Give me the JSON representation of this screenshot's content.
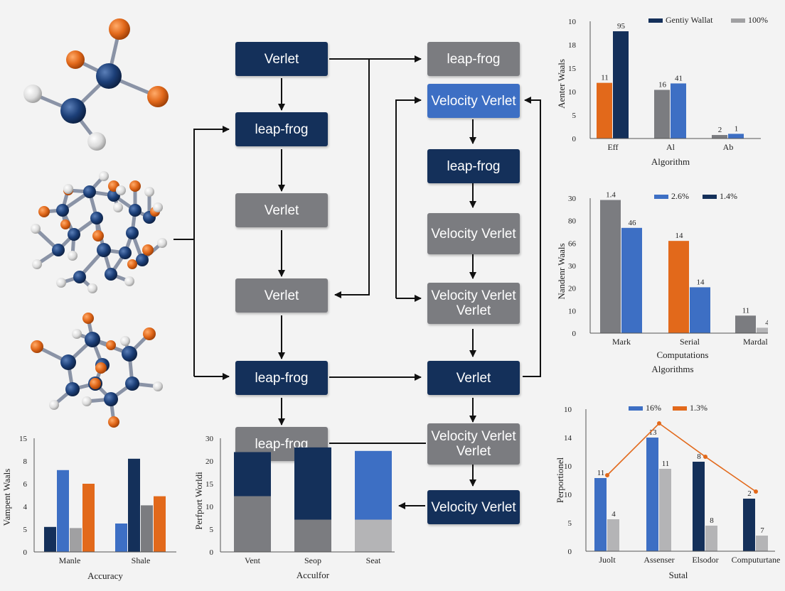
{
  "diagram": {
    "left_column": [
      {
        "label": "Verlet",
        "style": "navy"
      },
      {
        "label": "leap-frog",
        "style": "navy"
      },
      {
        "label": "Verlet",
        "style": "gray"
      },
      {
        "label": "Verlet",
        "style": "gray"
      },
      {
        "label": "leap-frog",
        "style": "navy"
      },
      {
        "label": "leap-frog",
        "style": "gray"
      }
    ],
    "right_column": [
      {
        "label": "leap-frog",
        "style": "gray"
      },
      {
        "label": "Velocity Verlet",
        "style": "blue"
      },
      {
        "label": "leap-frog",
        "style": "navy"
      },
      {
        "label": "Velocity Verlet",
        "style": "gray"
      },
      {
        "label": "Velocity Verlet Verlet",
        "style": "gray"
      },
      {
        "label": "Verlet",
        "style": "navy"
      },
      {
        "label": "Velocity Verlet Verlet",
        "style": "gray"
      },
      {
        "label": "Velocity Verlet",
        "style": "navy"
      }
    ]
  },
  "colors": {
    "navy": "#14305a",
    "blue": "#3d6fc4",
    "gray": "#7b7c80",
    "light_gray": "#b4b4b6",
    "orange": "#e2691b",
    "atom_white": "#e8e8e8"
  },
  "chart_data": [
    {
      "id": "top-right",
      "type": "bar",
      "title": "",
      "xlabel": "Algorithm",
      "ylabel": "Aenter Waals",
      "ytick_labels": [
        "0",
        "5",
        "10",
        "15",
        "18",
        "10"
      ],
      "ylim": [
        0,
        20
      ],
      "categories": [
        "Eff",
        "Al",
        "Ab"
      ],
      "legend": [
        {
          "name": "Gentiy Wallat",
          "color": "#14305a"
        },
        {
          "name": "100%",
          "color": "#a0a0a2"
        }
      ],
      "bars": [
        {
          "category": 0,
          "value": 9.5,
          "color": "#e2691b",
          "label": "11"
        },
        {
          "category": 0,
          "value": 18.3,
          "color": "#14305a",
          "label": "95"
        },
        {
          "category": 1,
          "value": 8.3,
          "color": "#7b7c80",
          "label": "16"
        },
        {
          "category": 1,
          "value": 9.4,
          "color": "#3d6fc4",
          "label": "41"
        },
        {
          "category": 2,
          "value": 0.6,
          "color": "#7b7c80",
          "label": "2"
        },
        {
          "category": 2,
          "value": 0.8,
          "color": "#3d6fc4",
          "label": "1"
        }
      ]
    },
    {
      "id": "middle-right",
      "type": "bar",
      "title": "",
      "xlabel": "Computations",
      "xlabel2": "Algorithms",
      "ylabel": "Nandenr Waals",
      "ytick_labels": [
        "0",
        "10",
        "20",
        "30",
        "66",
        "80",
        "30"
      ],
      "ylim": [
        0,
        30
      ],
      "categories": [
        "Mark",
        "Serial",
        "Mardall"
      ],
      "legend": [
        {
          "name": "2.6%",
          "color": "#3d6fc4"
        },
        {
          "name": "1.4%",
          "color": "#14305a"
        }
      ],
      "bars": [
        {
          "category": 0,
          "value": 29.6,
          "color": "#7b7c80",
          "label": "1.4"
        },
        {
          "category": 0,
          "value": 23.4,
          "color": "#3d6fc4",
          "label": "46"
        },
        {
          "category": 1,
          "value": 20.5,
          "color": "#e2691b",
          "label": "14"
        },
        {
          "category": 1,
          "value": 10.2,
          "color": "#3d6fc4",
          "label": "14"
        },
        {
          "category": 2,
          "value": 3.9,
          "color": "#7b7c80",
          "label": "11"
        },
        {
          "category": 2,
          "value": 1.2,
          "color": "#b4b4b6",
          "label": "4"
        }
      ]
    },
    {
      "id": "bottom-right",
      "type": "bar",
      "title": "",
      "xlabel": "Sutal",
      "ylabel": "Perportionel",
      "ytick_labels": [
        "0",
        "5",
        "10",
        "10",
        "14",
        "10"
      ],
      "ylim": [
        0,
        20
      ],
      "categories": [
        "Juolt",
        "Assenser",
        "Elsodor",
        "Computurtane"
      ],
      "legend": [
        {
          "name": "16%",
          "color": "#3d6fc4"
        },
        {
          "name": "1.3%",
          "color": "#e2691b"
        }
      ],
      "bars": [
        {
          "category": 0,
          "value": 10.3,
          "color": "#3d6fc4",
          "label": "11"
        },
        {
          "category": 0,
          "value": 4.5,
          "color": "#b4b4b6",
          "label": "4"
        },
        {
          "category": 1,
          "value": 16.0,
          "color": "#3d6fc4",
          "label": "13"
        },
        {
          "category": 1,
          "value": 11.6,
          "color": "#b4b4b6",
          "label": "11"
        },
        {
          "category": 2,
          "value": 12.6,
          "color": "#14305a",
          "label": "8"
        },
        {
          "category": 2,
          "value": 3.6,
          "color": "#b4b4b6",
          "label": "8"
        },
        {
          "category": 3,
          "value": 7.4,
          "color": "#14305a",
          "label": "2"
        },
        {
          "category": 3,
          "value": 2.2,
          "color": "#b4b4b6",
          "label": "7"
        }
      ],
      "line": {
        "color": "#e2691b",
        "values": [
          10.7,
          18.0,
          13.3,
          8.4
        ]
      }
    },
    {
      "id": "bottom-center",
      "type": "bar",
      "title": "",
      "xlabel": "Acculfor",
      "ylabel": "Perfport Worldi",
      "ytick_labels": [
        "0",
        "5",
        "10",
        "15",
        "20",
        "30"
      ],
      "ylim": [
        0,
        30
      ],
      "categories": [
        "Vent",
        "Seop",
        "Seat"
      ],
      "stacks": [
        {
          "category": 0,
          "bottom": 9.5,
          "top": 17.0,
          "bottom_color": "#7b7c80",
          "top_color": "#14305a"
        },
        {
          "category": 1,
          "bottom": 5.5,
          "top": 17.8,
          "bottom_color": "#7b7c80",
          "top_color": "#14305a"
        },
        {
          "category": 2,
          "bottom": 5.5,
          "top": 17.2,
          "bottom_color": "#b4b4b6",
          "top_color": "#3d6fc4"
        }
      ]
    },
    {
      "id": "bottom-left",
      "type": "bar",
      "title": "",
      "xlabel": "Accuracy",
      "ylabel": "Vampent Waals",
      "ytick_labels": [
        "0",
        "5",
        "4",
        "6",
        "8",
        "15"
      ],
      "ylim": [
        0,
        10
      ],
      "categories": [
        "Manle",
        "Shale"
      ],
      "bars": [
        {
          "category": 0,
          "value": 2.2,
          "color": "#14305a"
        },
        {
          "category": 0,
          "value": 7.2,
          "color": "#3d6fc4"
        },
        {
          "category": 0,
          "value": 2.1,
          "color": "#a0a0a2"
        },
        {
          "category": 0,
          "value": 6.0,
          "color": "#e2691b"
        },
        {
          "category": 1,
          "value": 2.5,
          "color": "#3d6fc4"
        },
        {
          "category": 1,
          "value": 8.2,
          "color": "#14305a"
        },
        {
          "category": 1,
          "value": 4.1,
          "color": "#7b7c80"
        },
        {
          "category": 1,
          "value": 4.9,
          "color": "#e2691b"
        }
      ]
    }
  ]
}
